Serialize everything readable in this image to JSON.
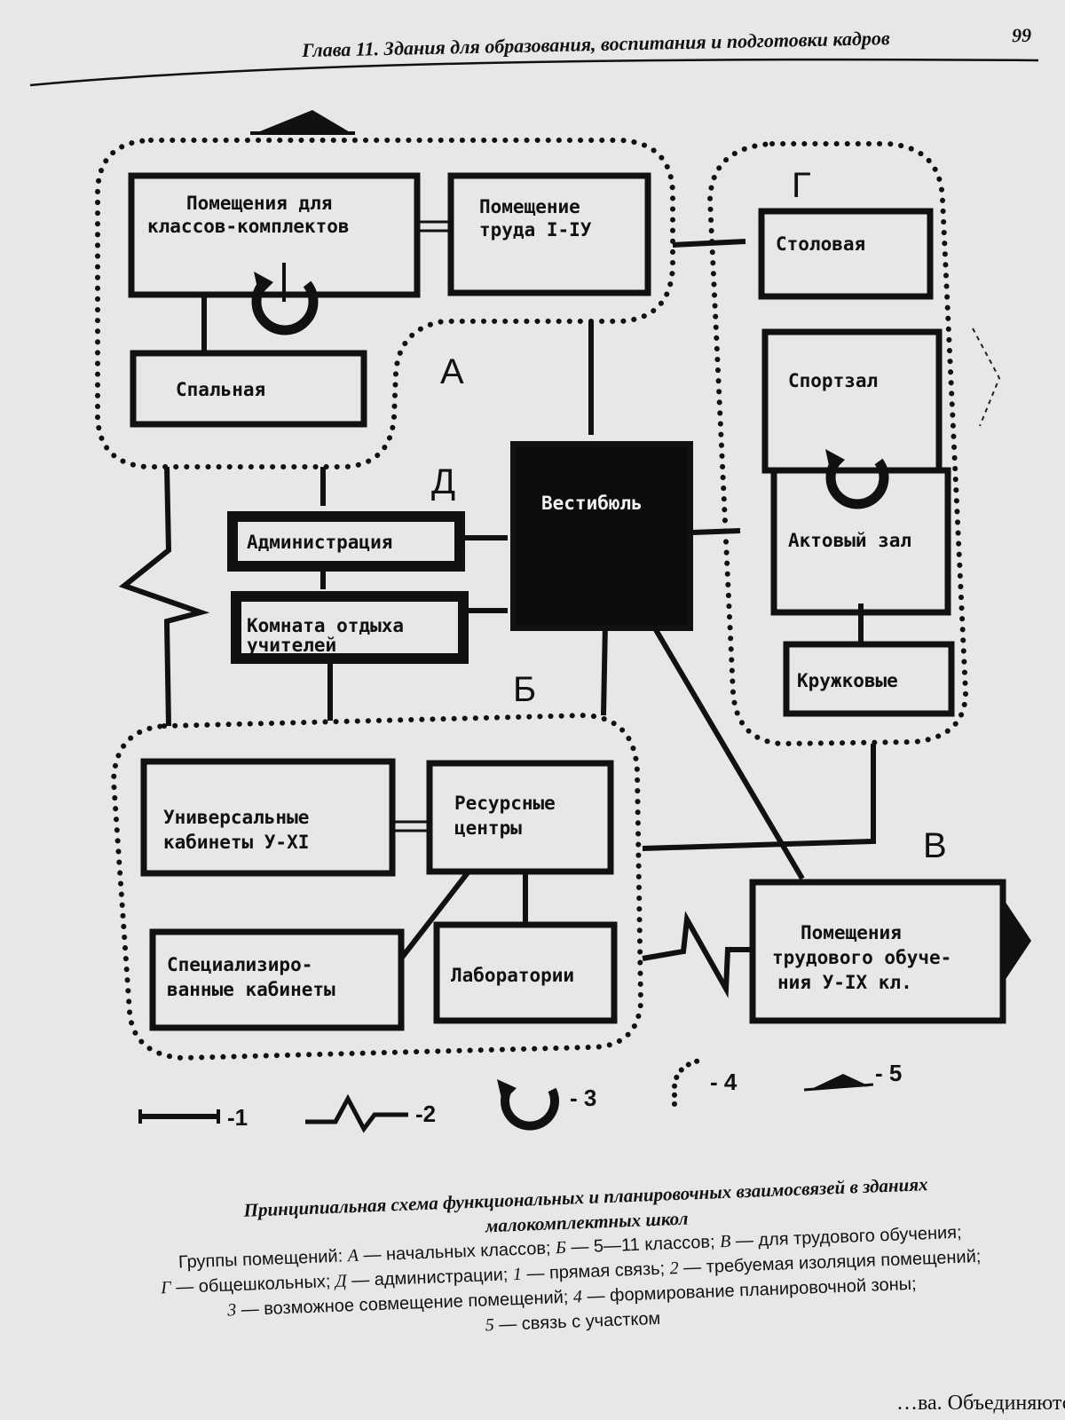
{
  "header": {
    "title": "Глава 11. Здания для образования, воспитания и подготовки кадров",
    "page_number": "99"
  },
  "rooms": {
    "classes_line1": "Помещения для",
    "classes_line2": "классов-комплектов",
    "labor_line1": "Помещение",
    "labor_line2": "труда I-IУ",
    "bedroom": "Спальная",
    "canteen": "Столовая",
    "gym": "Спортзал",
    "assembly": "Актовый зал",
    "clubs": "Кружковые",
    "vestibule": "Вестибюль",
    "admin": "Администрация",
    "teachers_line1": "Комната отдыха",
    "teachers_line2": "учителей",
    "universal_line1": "Универсальные",
    "universal_line2": "кабинеты У-XI",
    "resource_line1": "Ресурсные",
    "resource_line2": "центры",
    "specialized_line1": "Специализиро-",
    "specialized_line2": "ванные кабинеты",
    "labs": "Лаборатории",
    "workshop_line1": "Помещения",
    "workshop_line2": "трудового обуче-",
    "workshop_line3": "ния У-IX кл."
  },
  "zones": {
    "a": "А",
    "b": "Б",
    "v": "В",
    "g": "Г",
    "d": "Д"
  },
  "legend": [
    "-1",
    "-2",
    "- 3",
    "- 4",
    "- 5"
  ],
  "caption": {
    "title_line1": "Принципиальная схема функциональных и планировочных взаимосвязей в зданиях",
    "title_line2": "малокомплектных школ",
    "line1_a": "Группы помещений: ",
    "line1_b": "А",
    "line1_c": " — начальных классов; ",
    "line1_d": "Б",
    "line1_e": " — 5—11 классов; ",
    "line1_f": "В",
    "line1_g": " — для трудового обучения;",
    "line2_a": "Г",
    "line2_b": " — общешкольных; ",
    "line2_c": "Д",
    "line2_d": " — администрации; ",
    "line2_e": "1",
    "line2_f": " — прямая связь; ",
    "line2_g": "2",
    "line2_h": " — требуемая изоляция помещений;",
    "line3_a": "3",
    "line3_b": " — возможное совмещение помещений; ",
    "line3_c": "4",
    "line3_d": " — формирование планировочной зоны;",
    "line4_a": "5",
    "line4_b": " — связь с участком"
  },
  "footer": "…ва. Объединяются"
}
